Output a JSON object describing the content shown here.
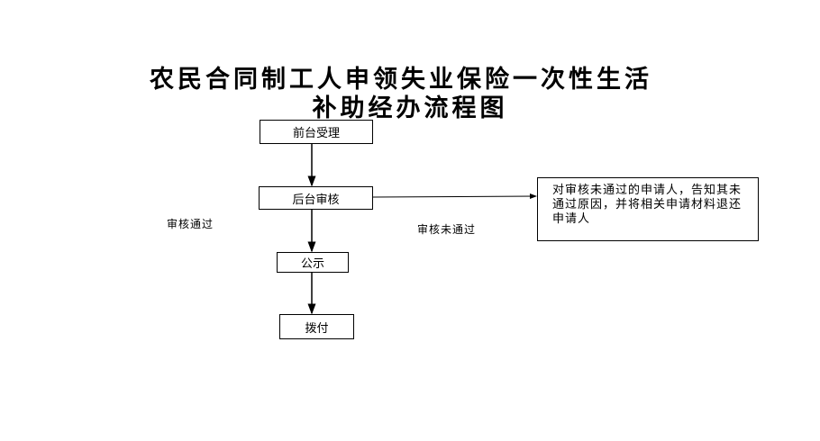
{
  "title": {
    "line1": "农民合同制工人申领失业保险一次性生活",
    "line2": "补助经办流程图"
  },
  "nodes": {
    "front_desk": "前台受理",
    "back_review": "后台审核",
    "publicity": "公示",
    "payment": "拨付",
    "rejection_notice": "对审核未通过的申请人，告知其未通过原因，并将相关申请材料退还申请人"
  },
  "edges": {
    "approved": "审核通过",
    "rejected": "审核未通过"
  }
}
